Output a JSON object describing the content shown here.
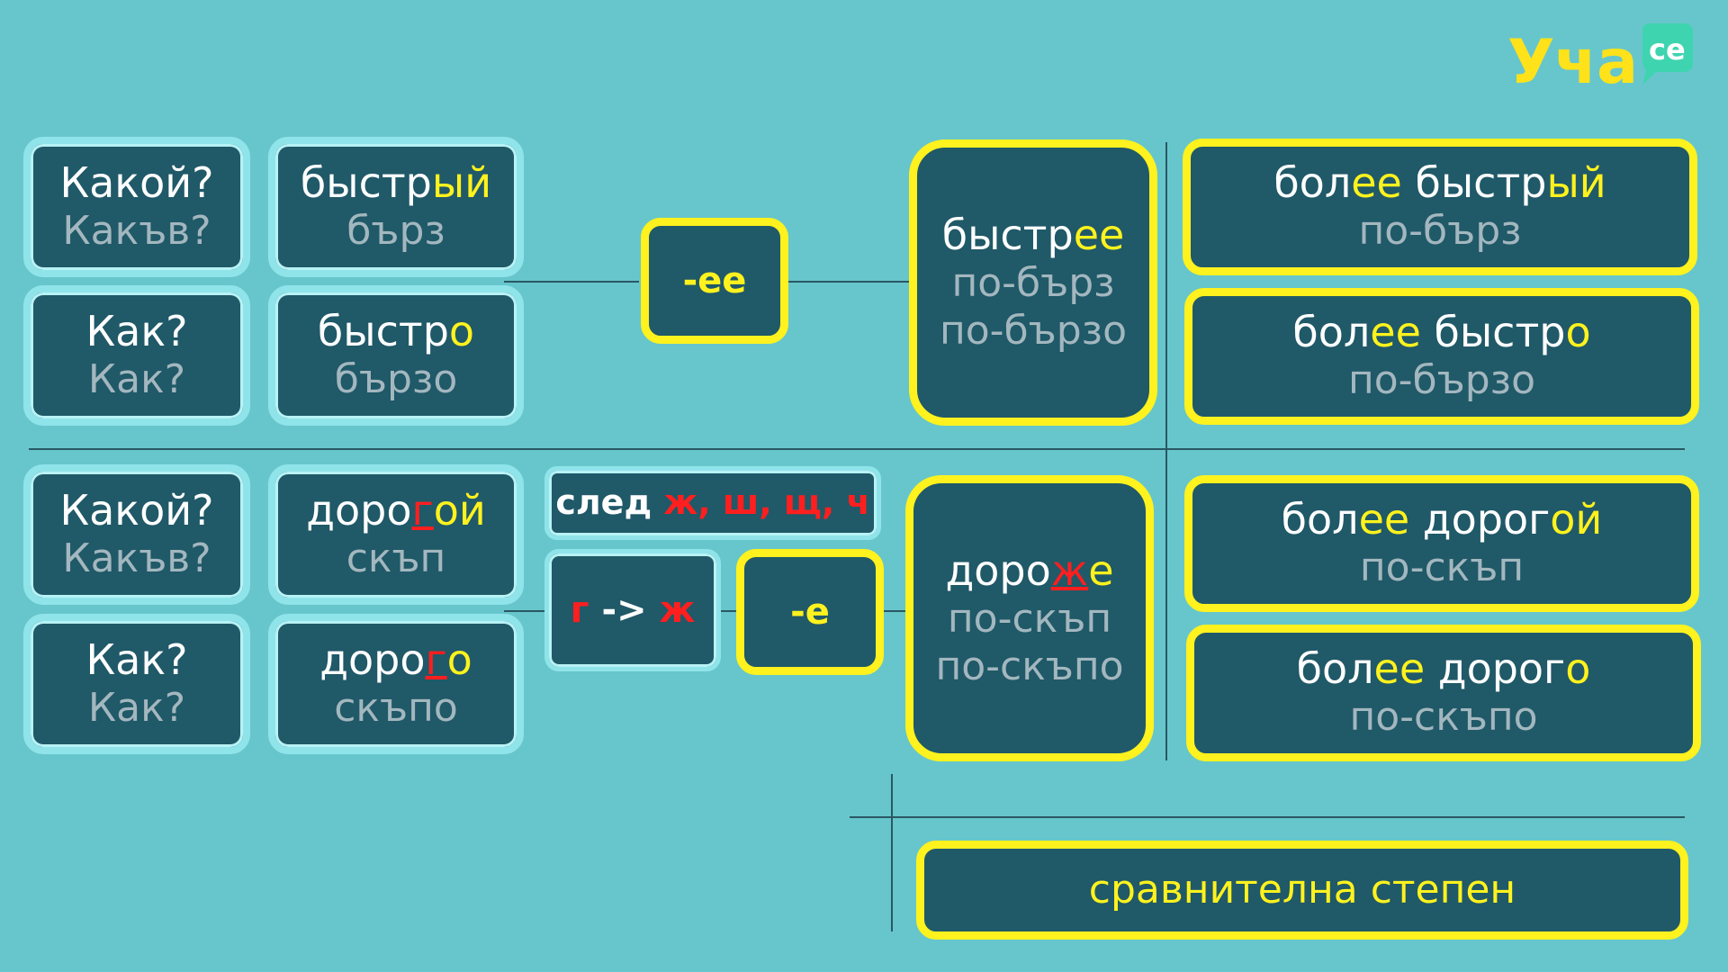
{
  "logo": {
    "text": "Уча",
    "badge": "се"
  },
  "colors": {
    "background": "#67c6cb",
    "box": "#205968",
    "yellow": "#fff21e",
    "red": "#ff1f1f",
    "muted": "#a3b7bf"
  },
  "row1": {
    "q_adj": {
      "ru": "Какой?",
      "bg": "Какъв?"
    },
    "adj": {
      "stem": "быстр",
      "ending": "ый",
      "bg": "бърз"
    },
    "q_adv": {
      "ru": "Как?",
      "bg": "Как?"
    },
    "adv": {
      "stem": "быстр",
      "ending": "о",
      "bg": "бързо"
    },
    "suffix": "-ее",
    "result": {
      "stem": "быстр",
      "ending": "ее",
      "bg1": "по-бърз",
      "bg2": "по-бързо"
    },
    "analytic_adj": {
      "pre": "бол",
      "pre_end": "ее",
      "stem": " быстр",
      "ending": "ый",
      "bg": "по-бърз"
    },
    "analytic_adv": {
      "pre": "бол",
      "pre_end": "ее",
      "stem": " быстр",
      "ending": "о",
      "bg": "по-бързо"
    }
  },
  "row2": {
    "q_adj": {
      "ru": "Какой?",
      "bg": "Какъв?"
    },
    "adj": {
      "stem": "доро",
      "mark": "г",
      "ending": "ой",
      "bg": "скъп"
    },
    "q_adv": {
      "ru": "Как?",
      "bg": "Как?"
    },
    "adv": {
      "stem": "доро",
      "mark": "г",
      "ending": "о",
      "bg": "скъпо"
    },
    "rule": {
      "prefix": "след ",
      "letters": "ж, ш, щ, ч",
      "sep": ", "
    },
    "change": {
      "from": "г",
      "arrow": " -> ",
      "to": "ж"
    },
    "suffix": "-е",
    "result": {
      "stem": "доро",
      "mark": "ж",
      "ending": "е",
      "bg1": "по-скъп",
      "bg2": "по-скъпо"
    },
    "analytic_adj": {
      "pre": "бол",
      "pre_end": "ее",
      "stem": " дорог",
      "ending": "ой",
      "bg": "по-скъп"
    },
    "analytic_adv": {
      "pre": "бол",
      "pre_end": "ее",
      "stem": " дорог",
      "ending": "о",
      "bg": "по-скъпо"
    }
  },
  "footer": {
    "label": "сравнителна степен"
  }
}
